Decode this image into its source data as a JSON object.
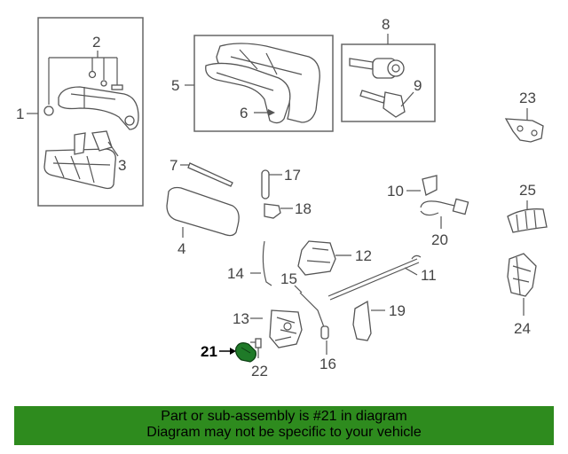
{
  "callouts": {
    "c1": "1",
    "c2": "2",
    "c3": "3",
    "c4": "4",
    "c5": "5",
    "c6": "6",
    "c7": "7",
    "c8": "8",
    "c9": "9",
    "c10": "10",
    "c11": "11",
    "c12": "12",
    "c13": "13",
    "c14": "14",
    "c15": "15",
    "c16": "16",
    "c17": "17",
    "c18": "18",
    "c19": "19",
    "c20": "20",
    "c21": "21",
    "c22": "22",
    "c23": "23",
    "c24": "24",
    "c25": "25"
  },
  "highlight_color": "#1f7a28",
  "banner": {
    "line1": "Part or sub-assembly is #21 in diagram",
    "line2": "Diagram may not be specific to your vehicle",
    "color": "#2e8b1e"
  }
}
